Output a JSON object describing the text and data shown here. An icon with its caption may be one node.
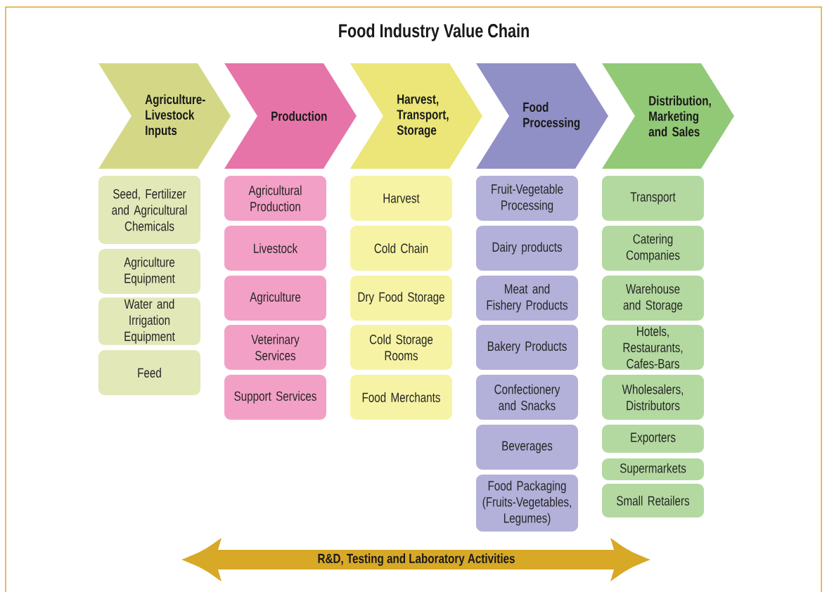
{
  "diagram": {
    "title": "Food Industry Value Chain",
    "nodes": [
      {
        "text": [
          "Agriculture-Livestock Inputs"
        ]
      },
      {
        "text": [
          "Production"
        ]
      },
      {
        "text": [
          "Harvest, Transport, Storage"
        ]
      },
      {
        "text": [
          "Food Processing"
        ]
      },
      {
        "text": [
          "Distribution, Marketing and Sales"
        ]
      },
      {
        "text": [
          "Seed, Fertilizer and Agricultural Chemicals"
        ]
      },
      {
        "text": [
          "Agriculture Equipment"
        ]
      },
      {
        "text": [
          "Water and Irrigation Equipment"
        ]
      },
      {
        "text": [
          "Feed"
        ]
      },
      {
        "text": [
          "Agricultural Production"
        ]
      },
      {
        "text": [
          "Livestock"
        ]
      },
      {
        "text": [
          "Agriculture"
        ]
      },
      {
        "text": [
          "Veterinary Services"
        ]
      },
      {
        "text": [
          "Support Services"
        ]
      },
      {
        "text": [
          "Harvest"
        ]
      },
      {
        "text": [
          "Cold Chain"
        ]
      },
      {
        "text": [
          "Dry Food Storage"
        ]
      },
      {
        "text": [
          "Cold Storage Rooms"
        ]
      },
      {
        "text": [
          "Food Merchants"
        ]
      },
      {
        "text": [
          "Fruit-Vegetable Processing"
        ]
      },
      {
        "text": [
          "Dairy products"
        ]
      },
      {
        "text": [
          "Meat and Fishery Products"
        ]
      },
      {
        "text": [
          "Bakery Products"
        ]
      },
      {
        "text": [
          "Confectionery and Snacks"
        ]
      },
      {
        "text": [
          "Beverages"
        ]
      },
      {
        "text": [
          "Food Packaging (Fruits-Vegetables, Legumes)"
        ]
      },
      {
        "text": [
          "Transport"
        ]
      },
      {
        "text": [
          "Catering Companies"
        ]
      },
      {
        "text": [
          "Warehouse and Storage"
        ]
      },
      {
        "text": [
          "Hotels, Restaurants, Cafes-Bars"
        ]
      },
      {
        "text": [
          "Wholesalers, Distributors"
        ]
      },
      {
        "text": [
          "Exporters"
        ]
      },
      {
        "text": [
          "Supermarkets"
        ]
      },
      {
        "text": [
          "Small Retailers"
        ]
      },
      {
        "text": [
          "R&D, Testing and Laboratory Activities"
        ]
      }
    ]
  }
}
